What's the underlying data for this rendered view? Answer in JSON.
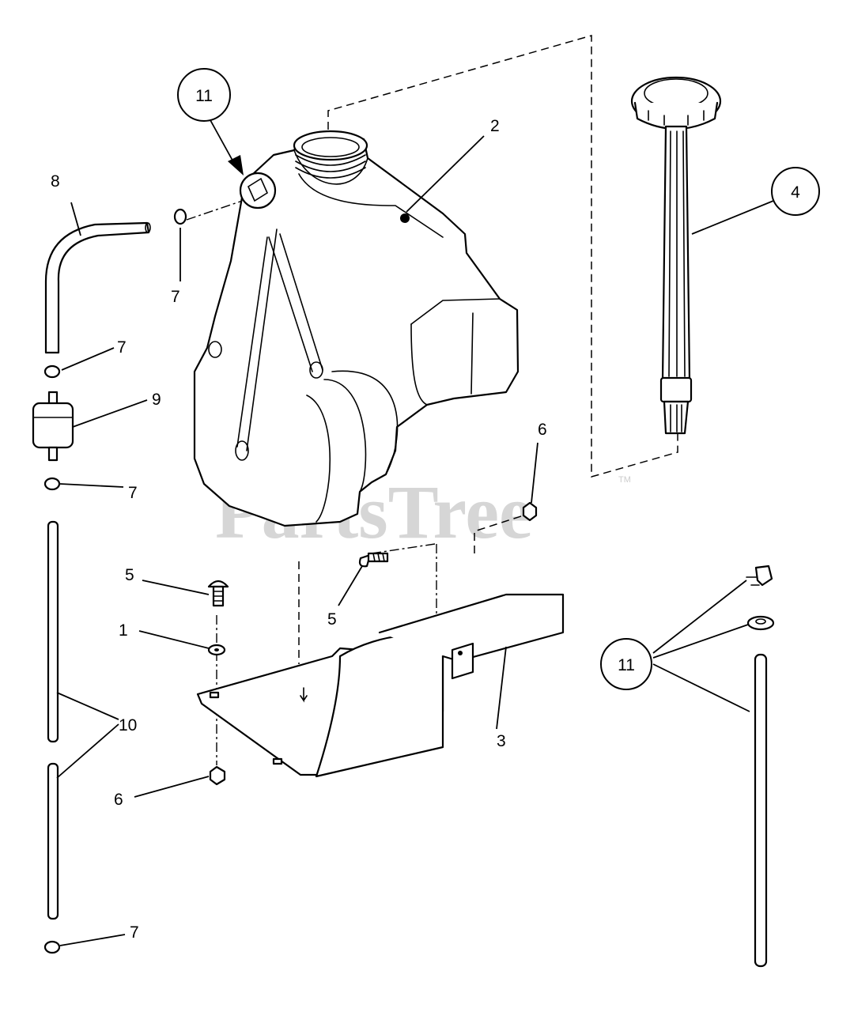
{
  "watermark": {
    "text": "PartsTree",
    "tm": "TM"
  },
  "callouts": {
    "c1": "1",
    "c2": "2",
    "c3": "3",
    "c4": "4",
    "c5a": "5",
    "c5b": "5",
    "c6a": "6",
    "c6b": "6",
    "c7a": "7",
    "c7b": "7",
    "c7c": "7",
    "c7d": "7",
    "c8": "8",
    "c9": "9",
    "c10": "10",
    "c11a": "11",
    "c11b": "11"
  },
  "colors": {
    "line": "#000000",
    "background": "#ffffff",
    "watermark": "#d6d6d6"
  }
}
